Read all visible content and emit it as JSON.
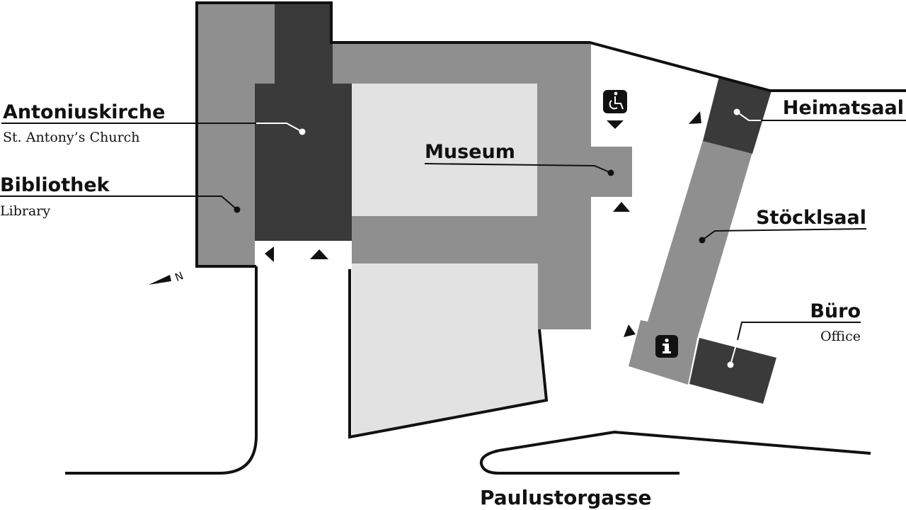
{
  "colors": {
    "dark": "#3a3a3a",
    "medium": "#8f8f8f",
    "light": "#e2e2e2",
    "line": "#111111",
    "background": "#ffffff"
  },
  "places": {
    "antoniuskirche": {
      "name": "Antoniuskirche",
      "subtitle": "St. Antony’s Church"
    },
    "bibliothek": {
      "name": "Bibliothek",
      "subtitle": "Library"
    },
    "museum": {
      "name": "Museum"
    },
    "heimatsaal": {
      "name": "Heimatsaal"
    },
    "stoecklsaal": {
      "name": "Stöcklsaal"
    },
    "buero": {
      "name": "Büro",
      "subtitle": "Office"
    }
  },
  "street": {
    "name": "Paulustorgasse"
  },
  "north_arrow": {
    "label": "N"
  },
  "icons": {
    "accessibility": "wheelchair-icon",
    "information": "info-icon",
    "entrance": "entrance-arrow-icon"
  }
}
